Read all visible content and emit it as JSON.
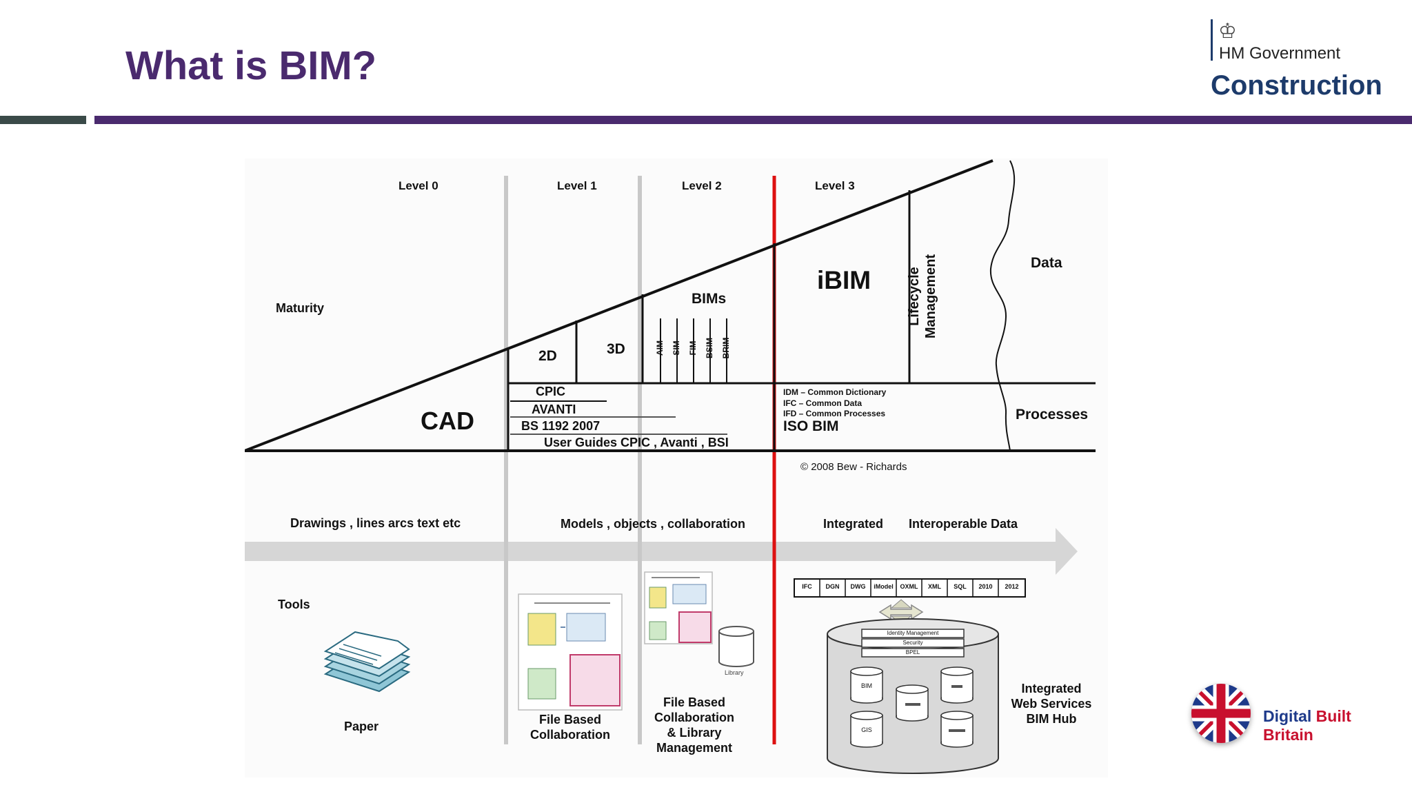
{
  "slide": {
    "title": "What is BIM?"
  },
  "logos": {
    "hm_government": "HM Government",
    "construction": "Construction",
    "digital": "Digital",
    "built_britain": "Built Britain"
  },
  "diagram": {
    "levels": [
      "Level 0",
      "Level 1",
      "Level 2",
      "Level 3"
    ],
    "maturity": "Maturity",
    "cad": "CAD",
    "d2": "2D",
    "d3": "3D",
    "bims": "BIMs",
    "bims_items": [
      "AIM",
      "SIM",
      "FIM",
      "BSIM",
      "BRIM"
    ],
    "ibim": "iBIM",
    "lifecycle": "Lifecycle",
    "management": "Management",
    "data": "Data",
    "processes": "Processes",
    "level1_process_lines": [
      "CPIC",
      "AVANTI",
      "BS 1192  2007",
      "User Guides CPIC , Avanti , BSI"
    ],
    "level3_process_lines": [
      "IDM – Common Dictionary",
      "IFC – Common Data",
      "IFD – Common Processes"
    ],
    "iso_bim": "ISO BIM",
    "copyright": "© 2008 Bew - Richards",
    "arrow_labels": {
      "level0": "Drawings ,   lines arcs text etc",
      "level12": "Models , objects , collaboration",
      "integrated": "Integrated",
      "interoperable": "Interoperable Data"
    },
    "tools": "Tools",
    "paper": "Paper",
    "file_based_1": "File Based",
    "collaboration": "Collaboration",
    "file_based_2": [
      "File Based",
      "Collaboration",
      "& Library",
      "Management"
    ],
    "library": "Library",
    "formats": [
      "IFC",
      "DGN",
      "DWG",
      "iModel",
      "OXML",
      "XML",
      "SQL",
      "2010",
      "2012"
    ],
    "hub_layers": [
      "Identity Management",
      "Security",
      "BPEL"
    ],
    "hub_dbs": [
      "BIM",
      "GIS"
    ],
    "hub_label": [
      "Integrated",
      "Web Services",
      "BIM Hub"
    ],
    "accent_red": "#dd1111",
    "divider_grey": "#c8c8c8",
    "arrow_grey": "#d6d6d6"
  }
}
